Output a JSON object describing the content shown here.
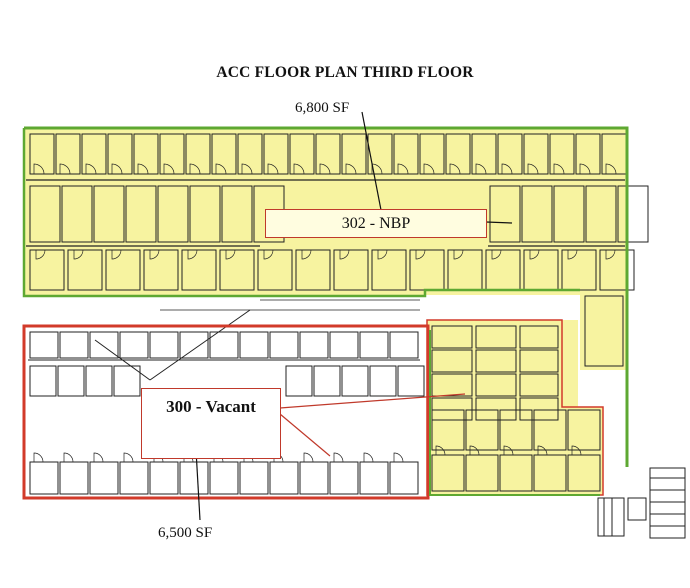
{
  "title": "ACC FLOOR PLAN THIRD FLOOR",
  "areas": {
    "upper_sf": "6,800 SF",
    "lower_sf": "6,500 SF"
  },
  "spaces": {
    "nbp": "302 - NBP",
    "vacant": "300 - Vacant"
  },
  "colors": {
    "occupied_fill": "#f7f3a0",
    "outline_green": "#5ea832",
    "outline_red": "#d23a2a",
    "wall": "#222222"
  }
}
